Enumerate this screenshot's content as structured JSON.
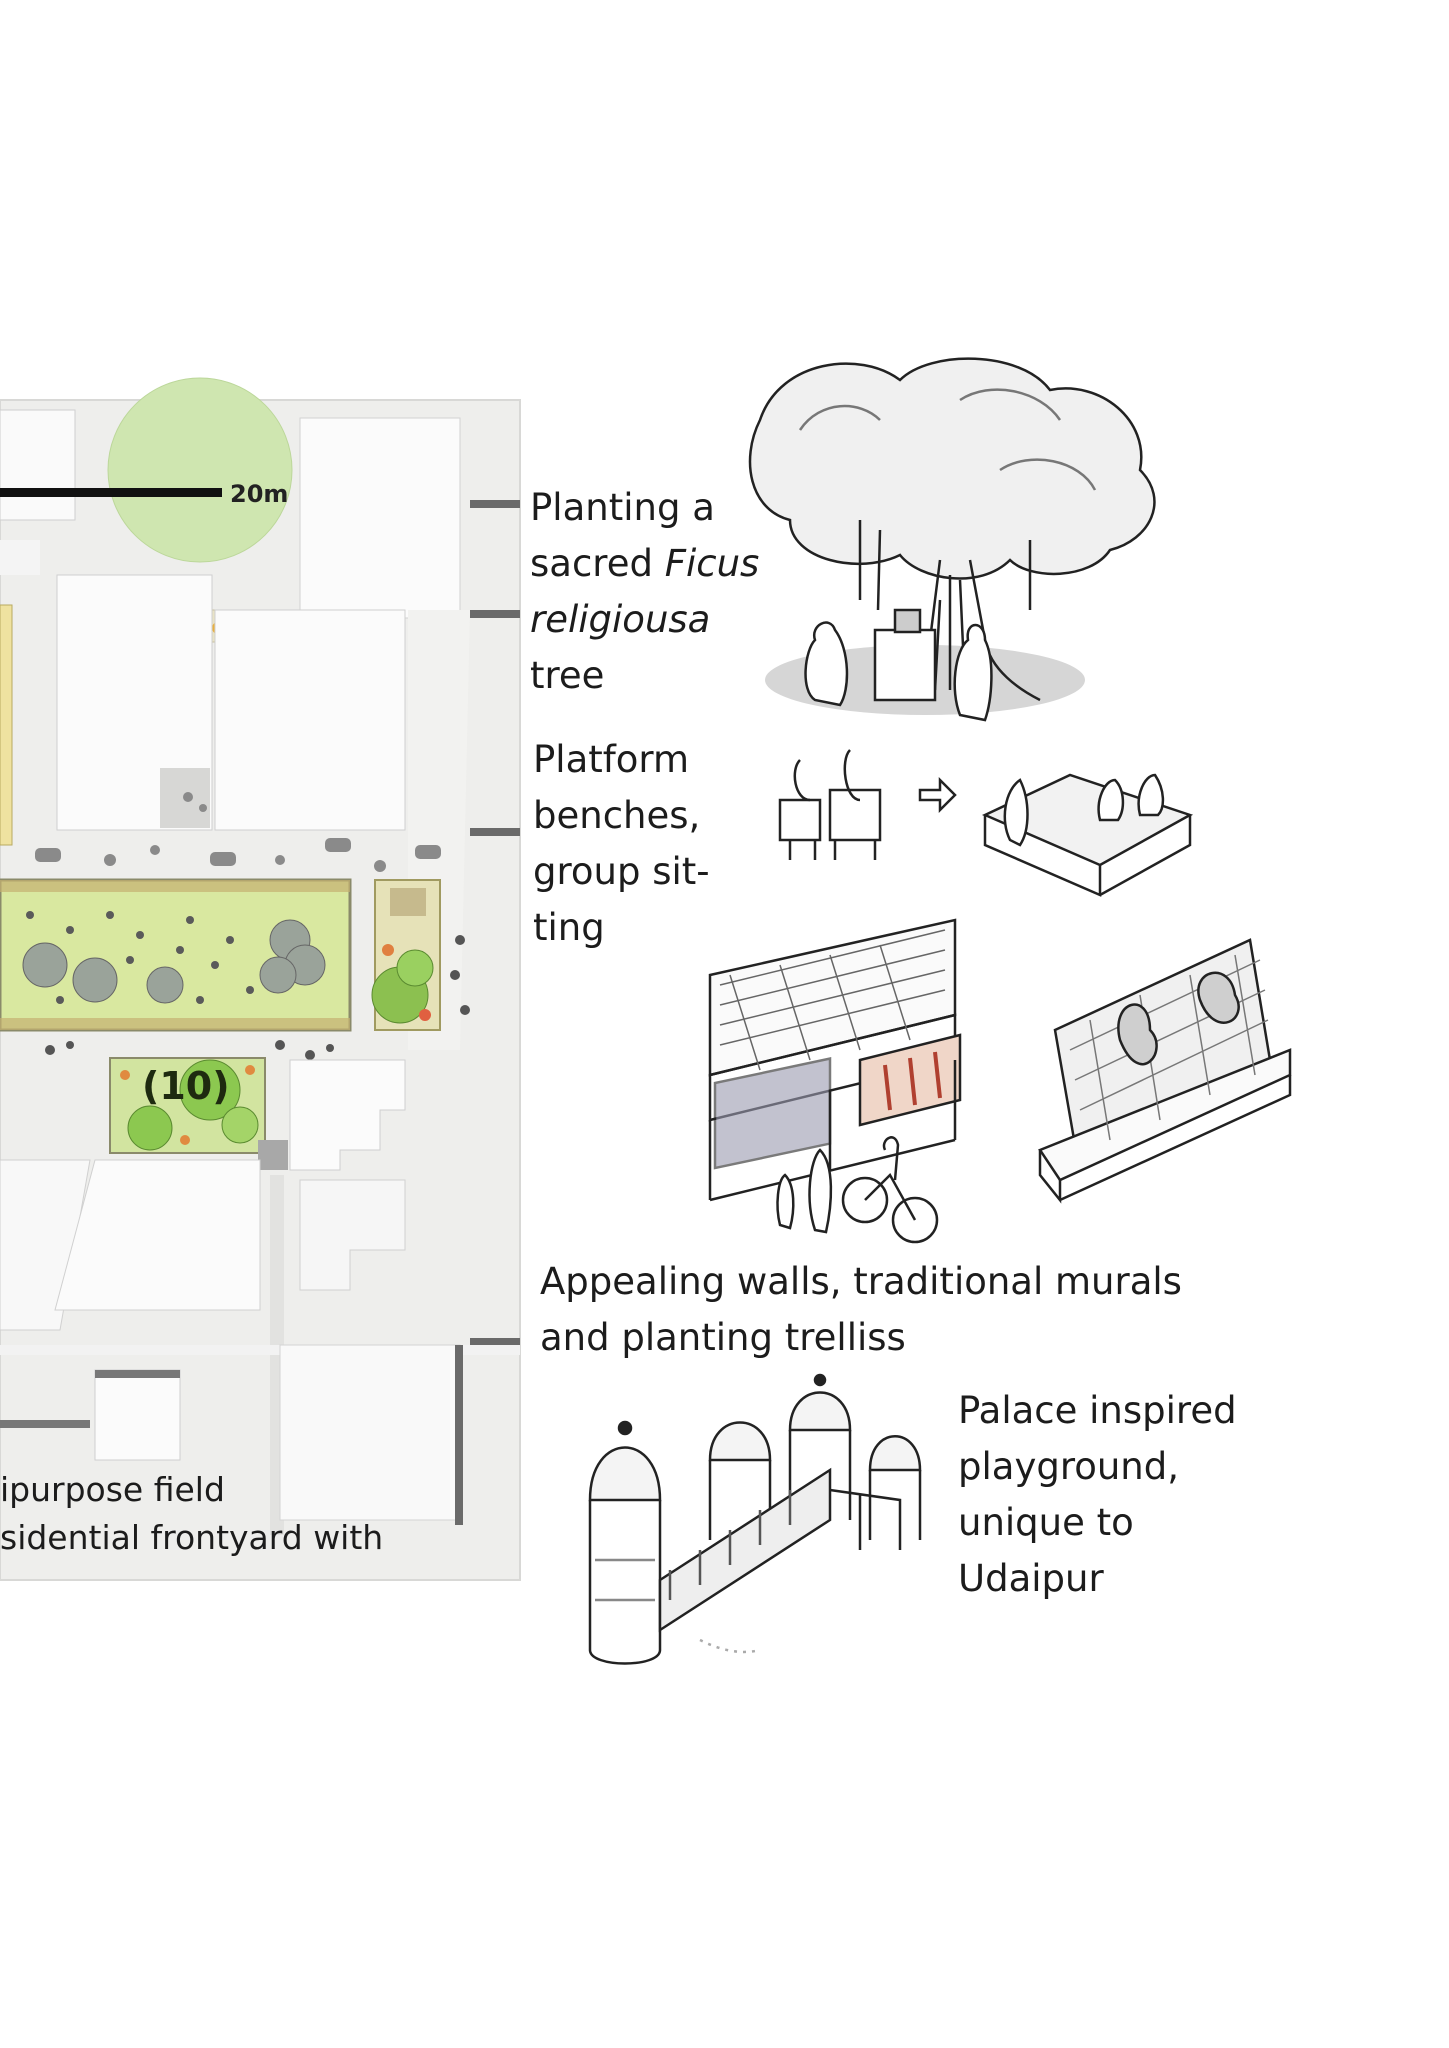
{
  "scale_bar": {
    "label": "20m"
  },
  "site_plan": {
    "zone_number": "(10)"
  },
  "cut_captions": {
    "line1": "ipurpose field",
    "line2": "sidential frontyard with"
  },
  "captions": {
    "ficus": {
      "line1": "Planting a",
      "line2_pre": "sacred ",
      "line2_em": "Ficus",
      "line3": "religiousa",
      "line4": "tree"
    },
    "benches": {
      "line1": "Platform",
      "line2": "benches,",
      "line3": "group sit-",
      "line4": "ting"
    },
    "walls": {
      "line1": "Appealing walls,  traditional murals",
      "line2": "and planting trelliss"
    },
    "playground": {
      "line1": "Palace inspired",
      "line2": "playground,",
      "line3": "unique to",
      "line4": "Udaipur"
    }
  }
}
